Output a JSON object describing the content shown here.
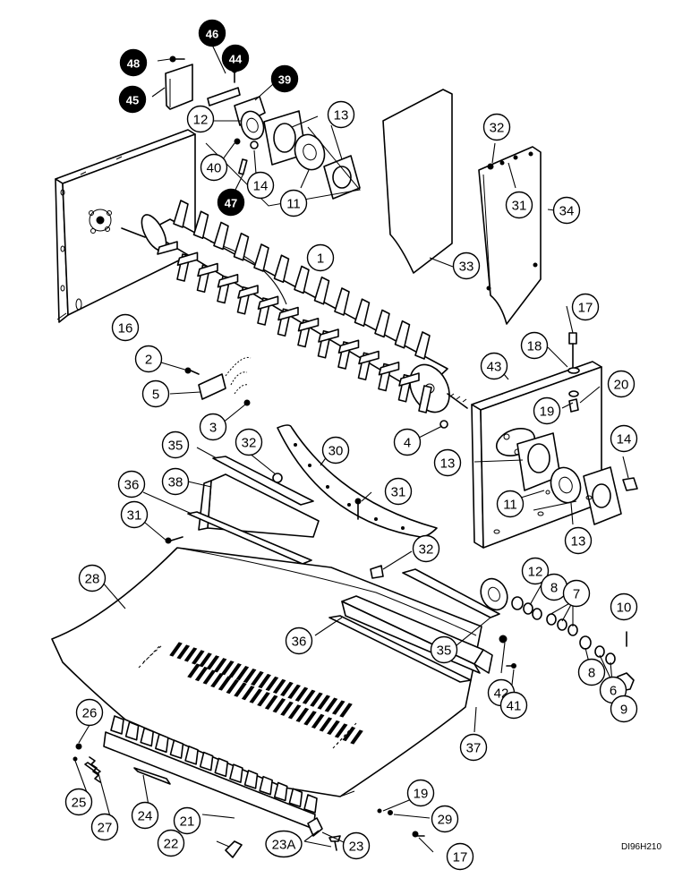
{
  "figure": {
    "drawing_id": "DI96H210"
  },
  "callouts": [
    {
      "id": "c48",
      "label": "48",
      "style": "dark"
    },
    {
      "id": "c46",
      "label": "46",
      "style": "dark"
    },
    {
      "id": "c44",
      "label": "44",
      "style": "dark"
    },
    {
      "id": "c45",
      "label": "45",
      "style": "dark"
    },
    {
      "id": "c39",
      "label": "39",
      "style": "dark"
    },
    {
      "id": "c12a",
      "label": "12",
      "style": "plain"
    },
    {
      "id": "c13a",
      "label": "13",
      "style": "plain"
    },
    {
      "id": "c40",
      "label": "40",
      "style": "plain"
    },
    {
      "id": "c14a",
      "label": "14",
      "style": "plain"
    },
    {
      "id": "c47",
      "label": "47",
      "style": "dark"
    },
    {
      "id": "c11a",
      "label": "11",
      "style": "plain"
    },
    {
      "id": "c32a",
      "label": "32",
      "style": "plain"
    },
    {
      "id": "c31a",
      "label": "31",
      "style": "plain"
    },
    {
      "id": "c34",
      "label": "34",
      "style": "plain"
    },
    {
      "id": "c33",
      "label": "33",
      "style": "plain"
    },
    {
      "id": "c1",
      "label": "1",
      "style": "plain"
    },
    {
      "id": "c16",
      "label": "16",
      "style": "plain"
    },
    {
      "id": "c17a",
      "label": "17",
      "style": "plain"
    },
    {
      "id": "c18",
      "label": "18",
      "style": "plain"
    },
    {
      "id": "c43",
      "label": "43",
      "style": "plain"
    },
    {
      "id": "c20",
      "label": "20",
      "style": "plain"
    },
    {
      "id": "c19a",
      "label": "19",
      "style": "plain"
    },
    {
      "id": "c2",
      "label": "2",
      "style": "plain"
    },
    {
      "id": "c5",
      "label": "5",
      "style": "plain"
    },
    {
      "id": "c3",
      "label": "3",
      "style": "plain"
    },
    {
      "id": "c4",
      "label": "4",
      "style": "plain"
    },
    {
      "id": "c14b",
      "label": "14",
      "style": "plain"
    },
    {
      "id": "c35a",
      "label": "35",
      "style": "plain"
    },
    {
      "id": "c32b",
      "label": "32",
      "style": "plain"
    },
    {
      "id": "c30",
      "label": "30",
      "style": "plain"
    },
    {
      "id": "c13b",
      "label": "13",
      "style": "plain"
    },
    {
      "id": "c36a",
      "label": "36",
      "style": "plain"
    },
    {
      "id": "c38",
      "label": "38",
      "style": "plain"
    },
    {
      "id": "c31b",
      "label": "31",
      "style": "plain"
    },
    {
      "id": "c11b",
      "label": "11",
      "style": "plain"
    },
    {
      "id": "c31c",
      "label": "31",
      "style": "plain"
    },
    {
      "id": "c13c",
      "label": "13",
      "style": "plain"
    },
    {
      "id": "c32c",
      "label": "32",
      "style": "plain"
    },
    {
      "id": "c28",
      "label": "28",
      "style": "plain"
    },
    {
      "id": "c12b",
      "label": "12",
      "style": "plain"
    },
    {
      "id": "c8a",
      "label": "8",
      "style": "plain"
    },
    {
      "id": "c7",
      "label": "7",
      "style": "plain"
    },
    {
      "id": "c10",
      "label": "10",
      "style": "plain"
    },
    {
      "id": "c36b",
      "label": "36",
      "style": "plain"
    },
    {
      "id": "c35b",
      "label": "35",
      "style": "plain"
    },
    {
      "id": "c8b",
      "label": "8",
      "style": "plain"
    },
    {
      "id": "c42",
      "label": "42",
      "style": "plain"
    },
    {
      "id": "c6",
      "label": "6",
      "style": "plain"
    },
    {
      "id": "c9",
      "label": "9",
      "style": "plain"
    },
    {
      "id": "c41",
      "label": "41",
      "style": "plain"
    },
    {
      "id": "c26",
      "label": "26",
      "style": "plain"
    },
    {
      "id": "c37",
      "label": "37",
      "style": "plain"
    },
    {
      "id": "c25",
      "label": "25",
      "style": "plain"
    },
    {
      "id": "c27",
      "label": "27",
      "style": "plain"
    },
    {
      "id": "c24",
      "label": "24",
      "style": "plain"
    },
    {
      "id": "c19b",
      "label": "19",
      "style": "plain"
    },
    {
      "id": "c29",
      "label": "29",
      "style": "plain"
    },
    {
      "id": "c21",
      "label": "21",
      "style": "plain"
    },
    {
      "id": "c22",
      "label": "22",
      "style": "plain"
    },
    {
      "id": "c23A",
      "label": "23A",
      "style": "plain"
    },
    {
      "id": "c23",
      "label": "23",
      "style": "plain"
    },
    {
      "id": "c17b",
      "label": "17",
      "style": "plain"
    }
  ]
}
